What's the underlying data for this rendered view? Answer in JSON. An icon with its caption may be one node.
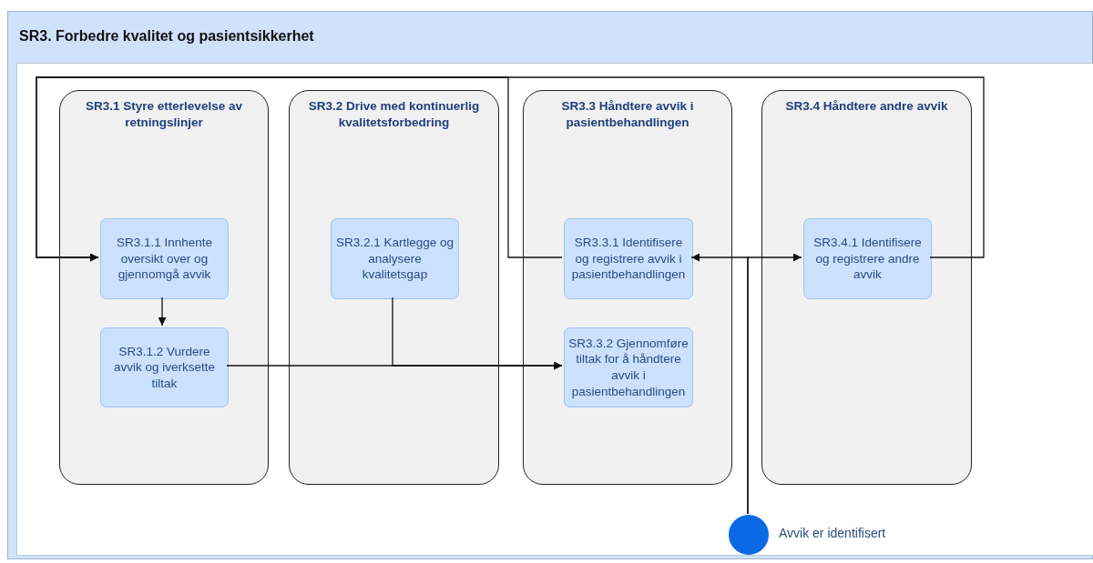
{
  "diagram": {
    "nodes": [
      {
        "text": [
          "SR3. Forbedre kvalitet og pasientsikkerhet"
        ]
      },
      {
        "text": [
          "SR3.1 Styre etterlevelse av retningslinjer"
        ],
        "in": 0
      },
      {
        "text": [
          "SR3.1.1 Innhente oversikt over og gjennomgå avvik"
        ],
        "in": 1
      },
      {
        "text": [
          "SR3.1.2 Vurdere avvik og iverksette tiltak"
        ],
        "in": 1
      },
      {
        "text": [
          "SR3.2 Drive med kontinuerlig kvalitetsforbedring"
        ],
        "in": 0
      },
      {
        "text": [
          "SR3.2.1 Kartlegge og analysere kvalitetsgap"
        ],
        "in": 4
      },
      {
        "text": [
          "SR3.3 Håndtere avvik i pasientbehandlingen"
        ],
        "in": 0
      },
      {
        "text": [
          "SR3.3.1 Identifisere og registrere avvik i pasientbehandlingen"
        ],
        "in": 6
      },
      {
        "text": [
          "SR3.3.2 Gjennomføre tiltak for å håndtere avvik i pasientbehandlingen"
        ],
        "in": 6
      },
      {
        "text": [
          "SR3.4 Håndtere andre avvik"
        ],
        "in": 0
      },
      {
        "text": [
          "SR3.4.1 Identifisere og registrere andre avvik"
        ],
        "in": 9
      },
      {
        "text": [],
        "shape": "circle",
        "beside": [
          "Avvik er identifisert"
        ],
        "in": 0
      }
    ],
    "edges": [
      {
        "from": 2,
        "to": 3,
        "arrow": "to"
      },
      {
        "from": 3,
        "to": 8,
        "arrow": "to"
      },
      {
        "from": 5,
        "to": 8,
        "arrow": "to"
      },
      {
        "from": 11,
        "to": 7,
        "arrow": "to"
      },
      {
        "from": 11,
        "to": 10,
        "arrow": "to"
      },
      {
        "from": 7,
        "to": 2,
        "arrow": "to"
      },
      {
        "from": 10,
        "to": 2,
        "arrow": "to"
      }
    ]
  }
}
